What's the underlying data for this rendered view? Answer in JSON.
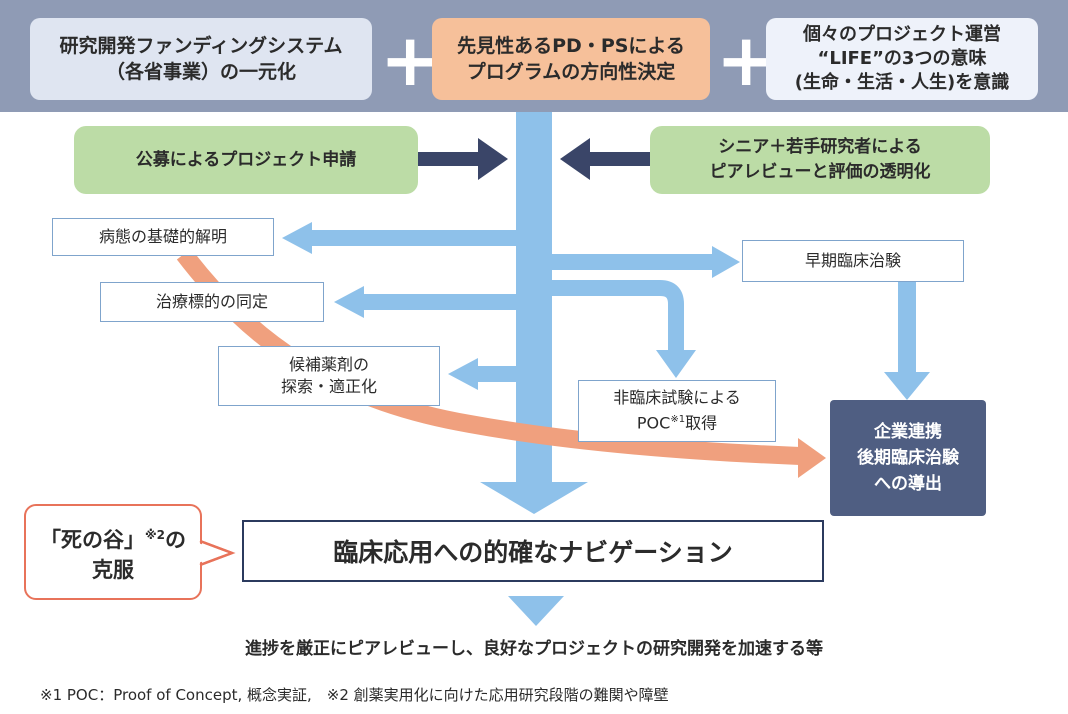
{
  "top": {
    "box1": {
      "line1": "研究開発ファンディングシステム",
      "line2": "（各省事業）の一元化",
      "color": "#dfe5f1"
    },
    "box2": {
      "line1": "先見性あるPD・PSによる",
      "line2": "プログラムの方向性決定",
      "color": "#f6c09a"
    },
    "box3": {
      "line1": "個々のプロジェクト運営",
      "line2": "“LIFE”の3つの意味",
      "line3": "(生命・生活・人生)を意識",
      "color": "#eef2fa"
    },
    "band_color": "#8f9bb5"
  },
  "inputs": {
    "left": "公募によるプロジェクト申請",
    "right_line1": "シニア＋若手研究者による",
    "right_line2": "ピアレビューと評価の透明化",
    "color": "#bcdca6"
  },
  "stages": {
    "pathology": "病態の基礎的解明",
    "target": "治療標的の同定",
    "candidate_line1": "候補薬剤の",
    "candidate_line2": "探索・適正化",
    "early_clinical": "早期臨床治験",
    "nonclinical_line1": "非臨床試験による",
    "nonclinical_line2": "POC",
    "nonclinical_note": "※1",
    "nonclinical_line2_end": "取得"
  },
  "company": {
    "line1": "企業連携",
    "line2": "後期臨床治験",
    "line3": "への導出",
    "color": "#4f5e82"
  },
  "valley": {
    "line1a": "「死の谷」",
    "line1_note": "※2",
    "line1b": "の",
    "line2": "克服",
    "color": "#e8735a"
  },
  "navigation": "臨床応用への的確なナビゲーション",
  "result": "進捗を厳正にピアレビューし、良好なプロジェクトの研究開発を加速する等",
  "footnote": "※1 POC：Proof of Concept, 概念実証,　※2 創薬実用化に向けた応用研究段階の難関や障壁",
  "colors": {
    "light_blue_arrow": "#8ec1ea",
    "navy_arrow": "#3a4568",
    "orange_arrow": "#f0a07e"
  }
}
